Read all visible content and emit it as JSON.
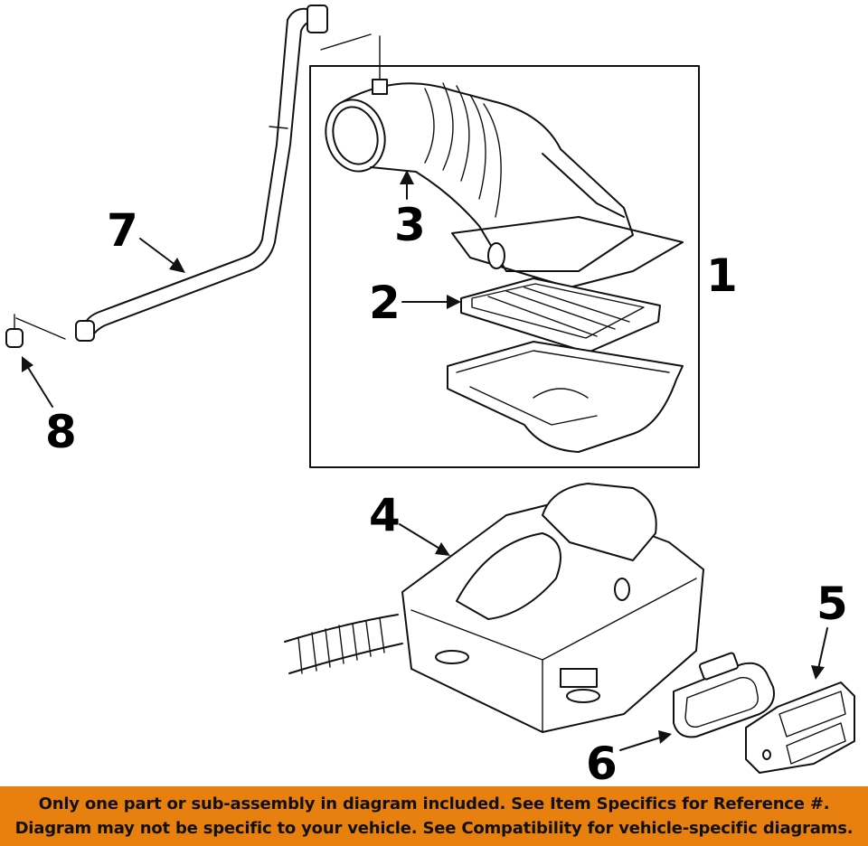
{
  "callouts": {
    "c1": "1",
    "c2": "2",
    "c3": "3",
    "c4": "4",
    "c5": "5",
    "c6": "6",
    "c7": "7",
    "c8": "8"
  },
  "banner": {
    "line1": "Only one part or sub-assembly in diagram included. See Item Specifics for Reference #.",
    "line2": "Diagram may not be specific to your vehicle. See Compatibility for vehicle-specific diagrams."
  },
  "colors": {
    "banner_background": "#e8800f",
    "line_art": "#111111",
    "background": "#ffffff"
  }
}
